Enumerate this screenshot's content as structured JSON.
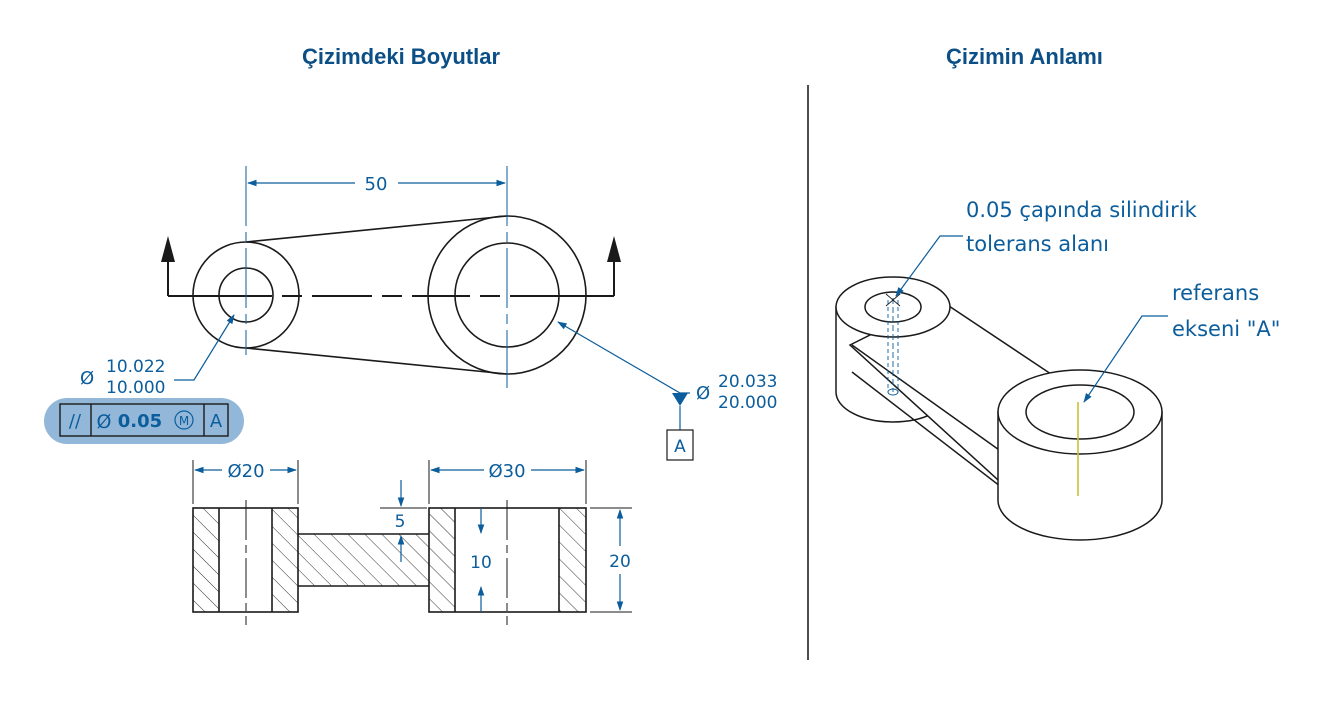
{
  "titles": {
    "left": "Çizimdeki Boyutlar",
    "right": "Çizimin Anlamı"
  },
  "drawing": {
    "center_distance": "50",
    "small_hole_diameter": {
      "symbol": "Ø",
      "upper": "10.022",
      "lower": "10.000"
    },
    "large_hole_diameter": {
      "symbol": "Ø",
      "upper": "20.033",
      "lower": "20.000"
    },
    "feature_control_frame": {
      "characteristic_symbol": "//",
      "diameter_symbol": "Ø",
      "tolerance": "0.05",
      "modifier": "M",
      "datum": "A"
    },
    "datum_label": "A",
    "section": {
      "left_boss_diameter": "Ø20",
      "right_boss_diameter": "Ø30",
      "web_offset": "5",
      "web_thickness": "10",
      "height": "20"
    }
  },
  "meaning": {
    "tolerance_zone_label_line1": "0.05 çapında silindirik",
    "tolerance_zone_label_line2": "tolerans alanı",
    "datum_axis_label_line1": "referans",
    "datum_axis_label_line2": "ekseni \"A\""
  },
  "colors": {
    "title": "#0b4f86",
    "dimension": "#0b5d9c",
    "outline": "#1a1a1a",
    "highlight": "#93b7d9",
    "axis": "#c8c23a"
  }
}
